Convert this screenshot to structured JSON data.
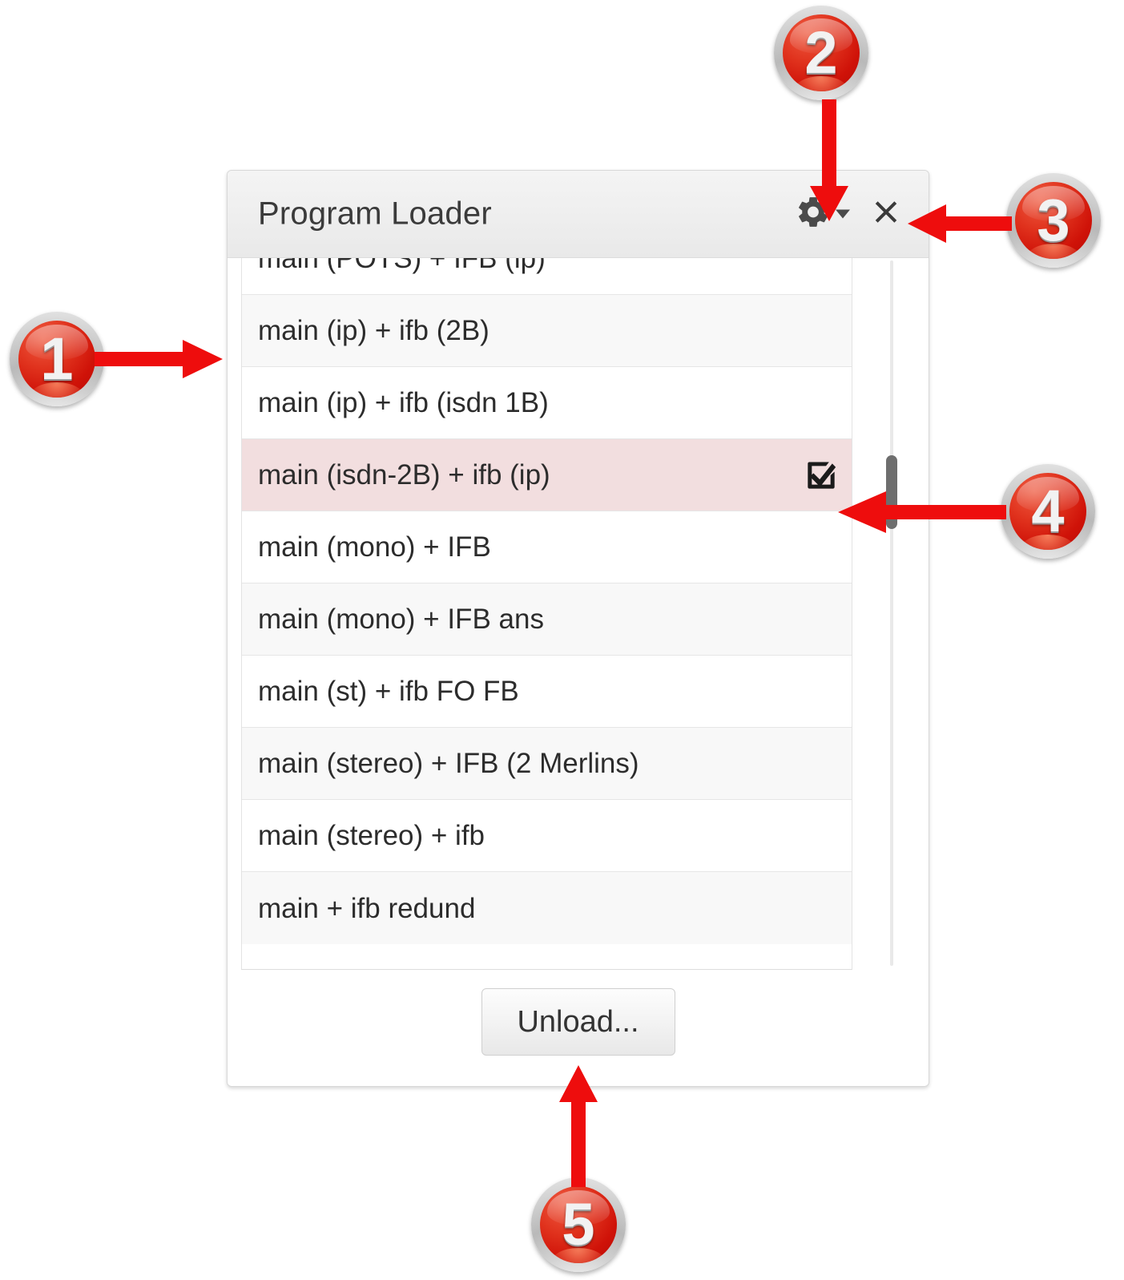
{
  "window": {
    "title": "Program Loader",
    "gear_icon": "gear-icon",
    "gear_caret_icon": "chevron-down-icon",
    "close_icon": "close-icon"
  },
  "list": {
    "items": [
      {
        "label": "main (POTS) + IFB (ip)",
        "selected": false,
        "checked": false,
        "clipped": true
      },
      {
        "label": "main (ip) + ifb (2B)",
        "selected": false,
        "checked": false
      },
      {
        "label": "main (ip) + ifb (isdn 1B)",
        "selected": false,
        "checked": false
      },
      {
        "label": "main (isdn-2B) + ifb (ip)",
        "selected": true,
        "checked": true
      },
      {
        "label": "main (mono) + IFB",
        "selected": false,
        "checked": false
      },
      {
        "label": "main (mono) + IFB ans",
        "selected": false,
        "checked": false
      },
      {
        "label": "main (st) + ifb FO FB",
        "selected": false,
        "checked": false
      },
      {
        "label": "main (stereo) + IFB (2 Merlins)",
        "selected": false,
        "checked": false
      },
      {
        "label": "main (stereo) + ifb",
        "selected": false,
        "checked": false
      },
      {
        "label": "main + ifb redund",
        "selected": false,
        "checked": false
      }
    ],
    "checked_icon": "checkbox-checked-icon",
    "selected_row_color": "#f2dedf",
    "alt_row_color": "#f8f8f8"
  },
  "scrollbar": {
    "name": "vertical-scrollbar",
    "thumb_color": "#6e6e6e",
    "track_color": "#e9e9e9"
  },
  "footer": {
    "unload_label": "Unload..."
  },
  "callouts": [
    {
      "number": "1",
      "points_to": "list-row-main-ip-ifb-2b"
    },
    {
      "number": "2",
      "points_to": "gear-icon"
    },
    {
      "number": "3",
      "points_to": "close-icon"
    },
    {
      "number": "4",
      "points_to": "selected-row-checkbox"
    },
    {
      "number": "5",
      "points_to": "unload-button"
    }
  ],
  "colors": {
    "callout_red": "#e8130a",
    "arrow_red": "#ee0d0d",
    "title_text": "#3b3b3b"
  }
}
